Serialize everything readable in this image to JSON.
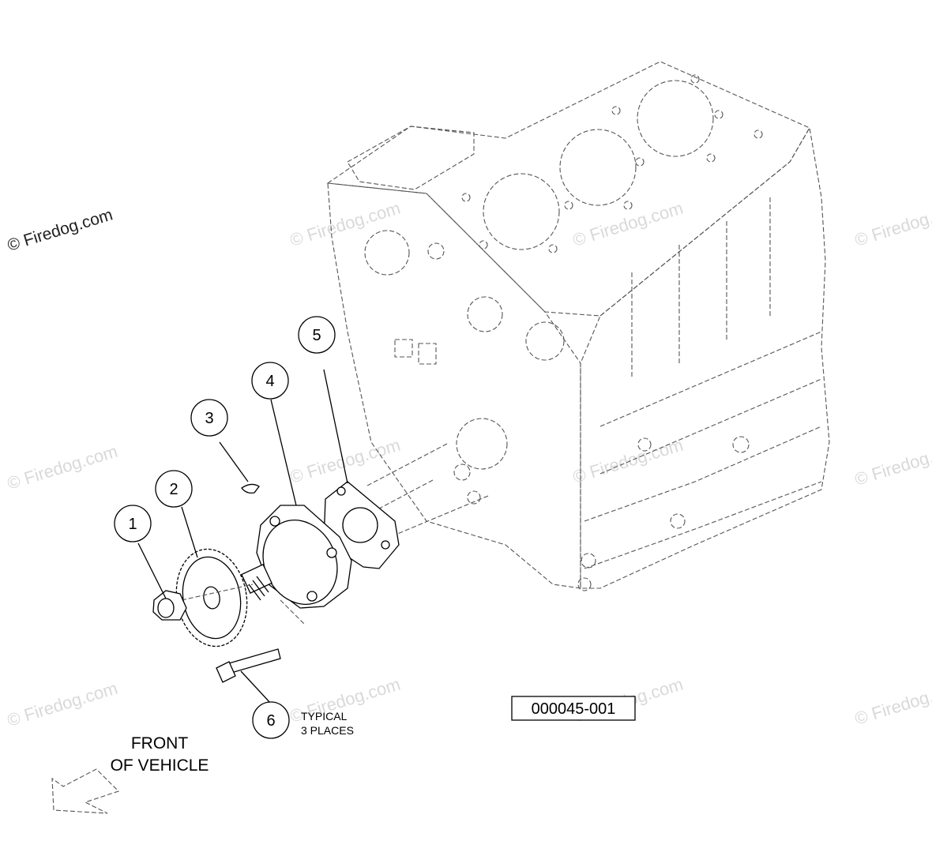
{
  "watermark": {
    "brand_text": "© Firedog.com",
    "faded_text": "© Firedog.com"
  },
  "callouts": [
    {
      "label": "1",
      "part": "nut"
    },
    {
      "label": "2",
      "part": "gear"
    },
    {
      "label": "3",
      "part": "key"
    },
    {
      "label": "4",
      "part": "oil-pump"
    },
    {
      "label": "5",
      "part": "gasket"
    },
    {
      "label": "6",
      "part": "bolt"
    }
  ],
  "note": {
    "line1": "TYPICAL",
    "line2": "3 PLACES"
  },
  "direction": {
    "line1": "FRONT",
    "line2": "OF VEHICLE"
  },
  "figure_id": "000045-001"
}
